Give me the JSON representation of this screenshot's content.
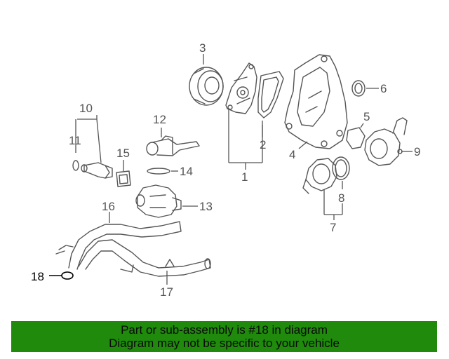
{
  "diagram": {
    "callouts": [
      "1",
      "2",
      "3",
      "4",
      "5",
      "6",
      "7",
      "8",
      "9",
      "10",
      "11",
      "12",
      "13",
      "14",
      "15",
      "16",
      "17",
      "18"
    ],
    "highlighted_part": "18",
    "highlight_color": "#000000",
    "part_color": "#555555"
  },
  "footer": {
    "line1": "Part or sub-assembly is #18 in diagram",
    "line2": "Diagram may not be specific to your vehicle",
    "background_color": "#1f8a0c"
  }
}
